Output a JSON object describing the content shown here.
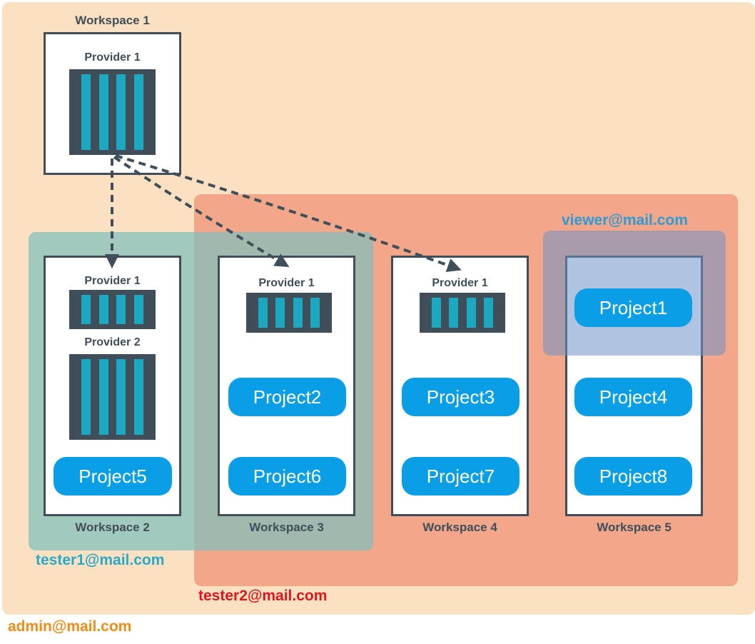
{
  "users": {
    "admin": "admin@mail.com",
    "tester1": "tester1@mail.com",
    "tester2": "tester2@mail.com",
    "viewer": "viewer@mail.com"
  },
  "colors": {
    "admin_region": "#fbe1c2",
    "tester1_region": "#7fbfbb",
    "tester2_region": "#f2a68a",
    "viewer_region": "#8da6cd",
    "admin_text": "#f08c1a",
    "tester1_text": "#2aa8c6",
    "tester2_text": "#e0161a",
    "viewer_text": "#2f9bd4",
    "project_fill": "#0a9ee6",
    "server_fill": "#3f4e58",
    "server_bar": "#1ba9c2"
  },
  "workspaces": {
    "ws1": {
      "label": "Workspace 1",
      "providers": [
        "Provider 1"
      ]
    },
    "ws2": {
      "label": "Workspace 2",
      "providers": [
        "Provider 1",
        "Provider 2"
      ],
      "projects": [
        "Project5"
      ]
    },
    "ws3": {
      "label": "Workspace 3",
      "providers": [
        "Provider 1"
      ],
      "projects": [
        "Project2",
        "Project6"
      ]
    },
    "ws4": {
      "label": "Workspace 4",
      "providers": [
        "Provider 1"
      ],
      "projects": [
        "Project3",
        "Project7"
      ]
    },
    "ws5": {
      "label": "Workspace 5",
      "projects": [
        "Project1",
        "Project4",
        "Project8"
      ]
    }
  },
  "arrows": {
    "style": "dashed",
    "source": "Workspace 1 / Provider 1",
    "targets": [
      "Workspace 2",
      "Workspace 3",
      "Workspace 4"
    ]
  }
}
